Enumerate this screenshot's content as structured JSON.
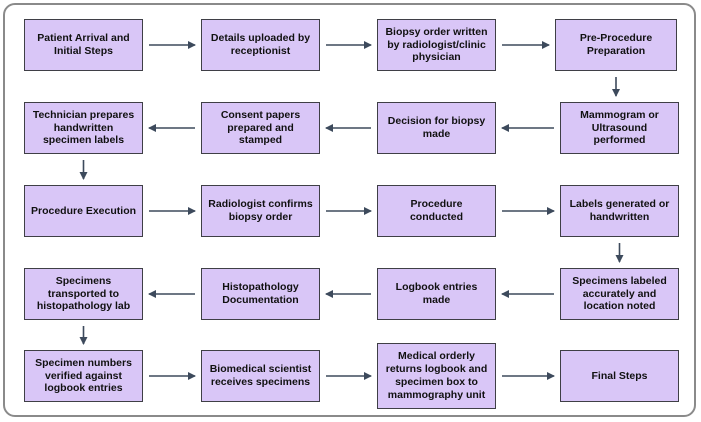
{
  "diagram": {
    "nodes": [
      {
        "id": "n1",
        "label": "Patient Arrival and Initial Steps"
      },
      {
        "id": "n2",
        "label": "Details uploaded by receptionist"
      },
      {
        "id": "n3",
        "label": "Biopsy order written by radiologist/clinic physician"
      },
      {
        "id": "n4",
        "label": "Pre-Procedure Preparation"
      },
      {
        "id": "n5",
        "label": "Technician prepares handwritten specimen labels"
      },
      {
        "id": "n6",
        "label": "Consent papers prepared and stamped"
      },
      {
        "id": "n7",
        "label": "Decision for biopsy made"
      },
      {
        "id": "n8",
        "label": "Mammogram or Ultrasound performed"
      },
      {
        "id": "n9",
        "label": "Procedure Execution"
      },
      {
        "id": "n10",
        "label": "Radiologist confirms biopsy order"
      },
      {
        "id": "n11",
        "label": "Procedure conducted"
      },
      {
        "id": "n12",
        "label": "Labels generated or handwritten"
      },
      {
        "id": "n13",
        "label": "Specimens transported to histopathology lab"
      },
      {
        "id": "n14",
        "label": "Histopathology Documentation"
      },
      {
        "id": "n15",
        "label": "Logbook entries made"
      },
      {
        "id": "n16",
        "label": "Specimens labeled accurately and location noted"
      },
      {
        "id": "n17",
        "label": "Specimen numbers verified against logbook entries"
      },
      {
        "id": "n18",
        "label": "Biomedical scientist receives specimens"
      },
      {
        "id": "n19",
        "label": "Medical orderly returns logbook and specimen box to mammography unit"
      },
      {
        "id": "n20",
        "label": "Final Steps"
      }
    ],
    "edges": [
      {
        "from": "n1",
        "to": "n2"
      },
      {
        "from": "n2",
        "to": "n3"
      },
      {
        "from": "n3",
        "to": "n4"
      },
      {
        "from": "n4",
        "to": "n8"
      },
      {
        "from": "n8",
        "to": "n7"
      },
      {
        "from": "n7",
        "to": "n6"
      },
      {
        "from": "n6",
        "to": "n5"
      },
      {
        "from": "n5",
        "to": "n9"
      },
      {
        "from": "n9",
        "to": "n10"
      },
      {
        "from": "n10",
        "to": "n11"
      },
      {
        "from": "n11",
        "to": "n12"
      },
      {
        "from": "n12",
        "to": "n16"
      },
      {
        "from": "n16",
        "to": "n15"
      },
      {
        "from": "n15",
        "to": "n14"
      },
      {
        "from": "n14",
        "to": "n13"
      },
      {
        "from": "n13",
        "to": "n17"
      },
      {
        "from": "n17",
        "to": "n18"
      },
      {
        "from": "n18",
        "to": "n19"
      },
      {
        "from": "n19",
        "to": "n20"
      }
    ],
    "colors": {
      "box_fill": "#d9c6f7",
      "box_border": "#3f3f46",
      "arrow": "#3d4a5c",
      "frame": "#8a8a8a"
    }
  }
}
